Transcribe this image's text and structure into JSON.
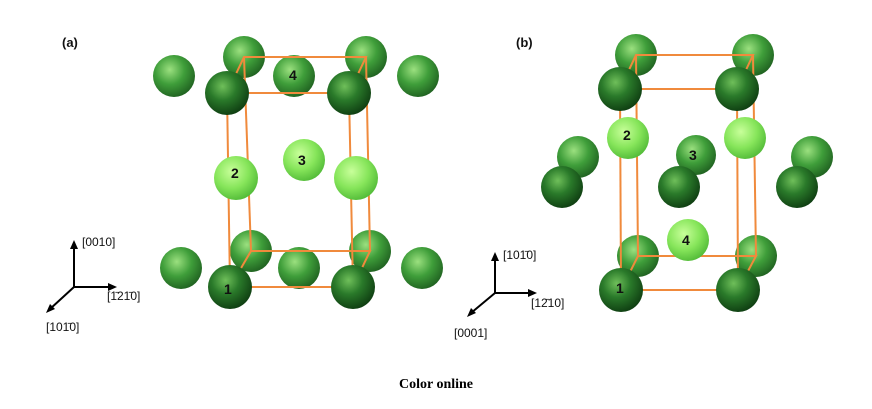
{
  "panels": [
    {
      "label": "(a)"
    },
    {
      "label": "(b)"
    }
  ],
  "atom_numbers": {
    "a": [
      "1",
      "2",
      "3",
      "4"
    ],
    "b": [
      "1",
      "2",
      "3",
      "4"
    ]
  },
  "axes": {
    "a": {
      "vertical": "[0010]",
      "horizontal": "[1̄21̄0]",
      "diagonal": "[101̄0]"
    },
    "b": {
      "vertical": "[101̄0]",
      "horizontal": "[12̄10]",
      "diagonal": "[0001]"
    }
  },
  "caption": "Color online",
  "colors": {
    "dark_atom": "#1f5e1f",
    "mid_atom": "#3d9a3d",
    "light_atom": "#7ee05a",
    "cell_line": "#f08a3c"
  }
}
